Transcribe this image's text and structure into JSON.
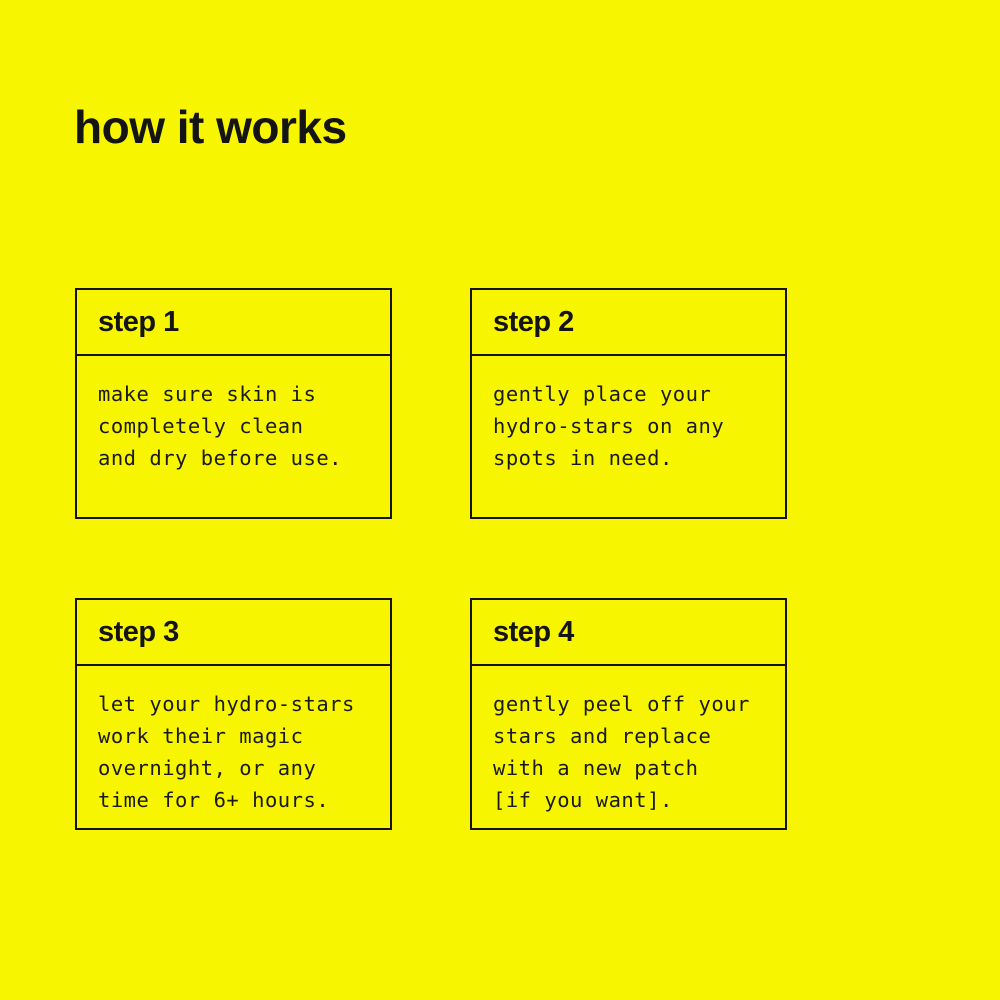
{
  "page": {
    "title": "how it works",
    "background_color": "#F7F500",
    "text_color": "#141414"
  },
  "steps": [
    {
      "label": "step 1",
      "body": "make sure skin is\ncompletely clean\nand dry before use."
    },
    {
      "label": "step 2",
      "body": "gently place your\nhydro-stars on any\nspots in need."
    },
    {
      "label": "step 3",
      "body": "let your hydro-stars\nwork their magic\novernight, or any\ntime for 6+ hours."
    },
    {
      "label": "step 4",
      "body": "gently peel off your\nstars and replace\nwith a new patch\n[if you want]."
    }
  ]
}
